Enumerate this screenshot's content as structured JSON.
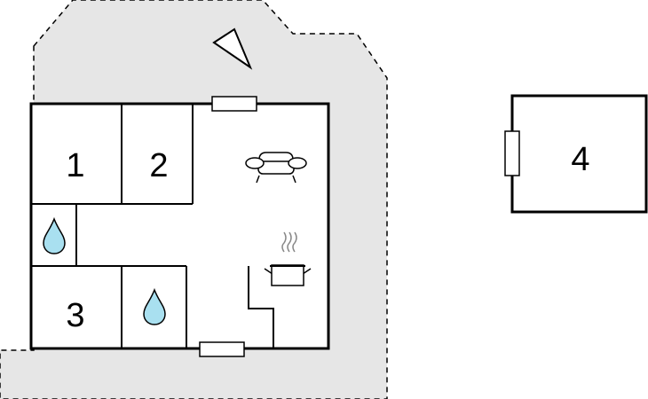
{
  "colors": {
    "terrace": "#e6e6e6",
    "water": "#a9e0f0",
    "wall": "#000000",
    "background": "#ffffff",
    "steam": "#888888"
  },
  "rooms": [
    {
      "id": "room-1",
      "label": "1"
    },
    {
      "id": "room-2",
      "label": "2"
    },
    {
      "id": "room-3",
      "label": "3"
    },
    {
      "id": "room-4",
      "label": "4"
    }
  ],
  "icons": {
    "north": "north-arrow-icon",
    "sofa": "sofa-icon",
    "kitchen": "cooking-pot-icon",
    "water": "water-drop-icon",
    "window": "window-icon"
  }
}
